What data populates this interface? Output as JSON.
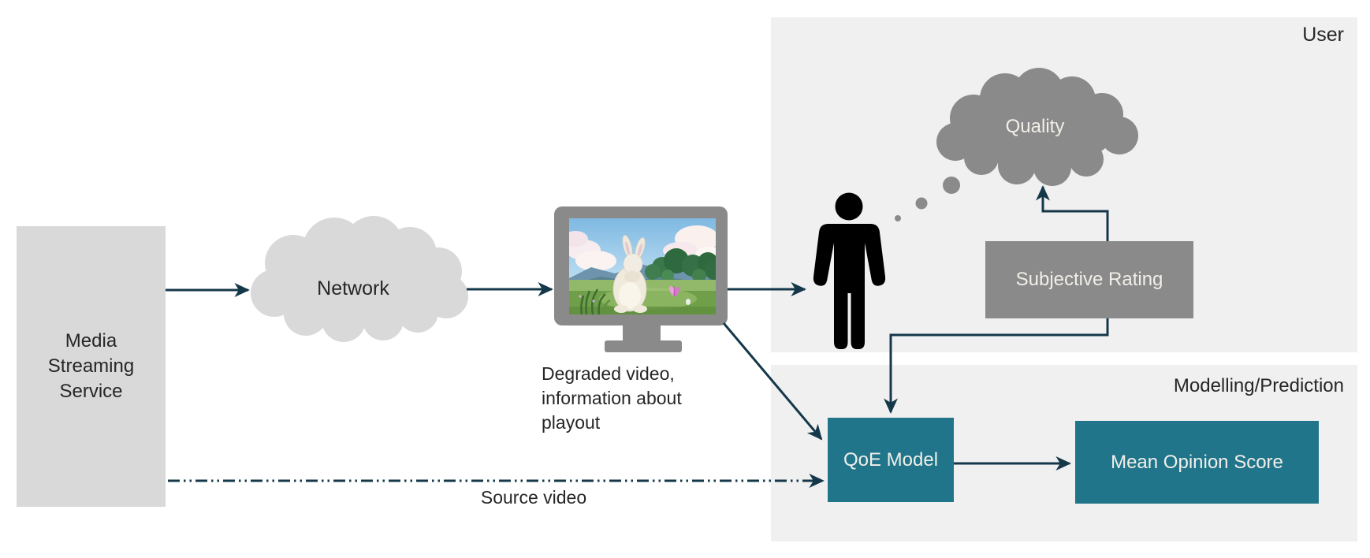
{
  "regions": {
    "user": {
      "label": "User"
    },
    "modelling": {
      "label": "Modelling/Prediction"
    }
  },
  "nodes": {
    "media_service": {
      "label": "Media\nStreaming\nService"
    },
    "network": {
      "label": "Network"
    },
    "quality_thought": {
      "label": "Quality"
    },
    "subjective_rating": {
      "label": "Subjective Rating"
    },
    "qoe_model": {
      "label": "QoE Model"
    },
    "mean_opinion_score": {
      "label": "Mean Opinion Score"
    }
  },
  "captions": {
    "degraded": {
      "label": "Degraded video,\ninformation about\nplayout"
    },
    "source": {
      "label": "Source video"
    }
  },
  "colors": {
    "line": "#14384a",
    "teal": "#20758a",
    "midgray": "#8a8a8a",
    "lightgray": "#d9d9d9",
    "region": "#f0f0f0",
    "ink": "#262626",
    "boxtext": "#f2efe9",
    "canvas": "#ffffff"
  }
}
